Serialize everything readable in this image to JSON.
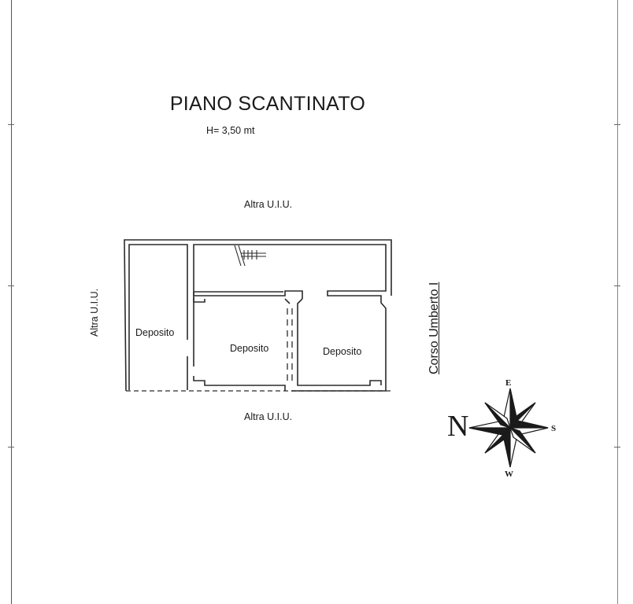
{
  "plan": {
    "title": "PIANO SCANTINATO",
    "height_note": "H= 3,50 mt"
  },
  "neighbors": {
    "top": "Altra U.I.U.",
    "left": "Altra U.I.U.",
    "bottom": "Altra U.I.U."
  },
  "street": "Corso Umberto I",
  "rooms": [
    {
      "label": "Deposito"
    },
    {
      "label": "Deposito"
    },
    {
      "label": "Deposito"
    }
  ],
  "compass": {
    "north": "N",
    "east": "E",
    "south": "S",
    "west": "W"
  },
  "colors": {
    "ink": "#1a1a1a",
    "wall": "#2b2b2b"
  }
}
